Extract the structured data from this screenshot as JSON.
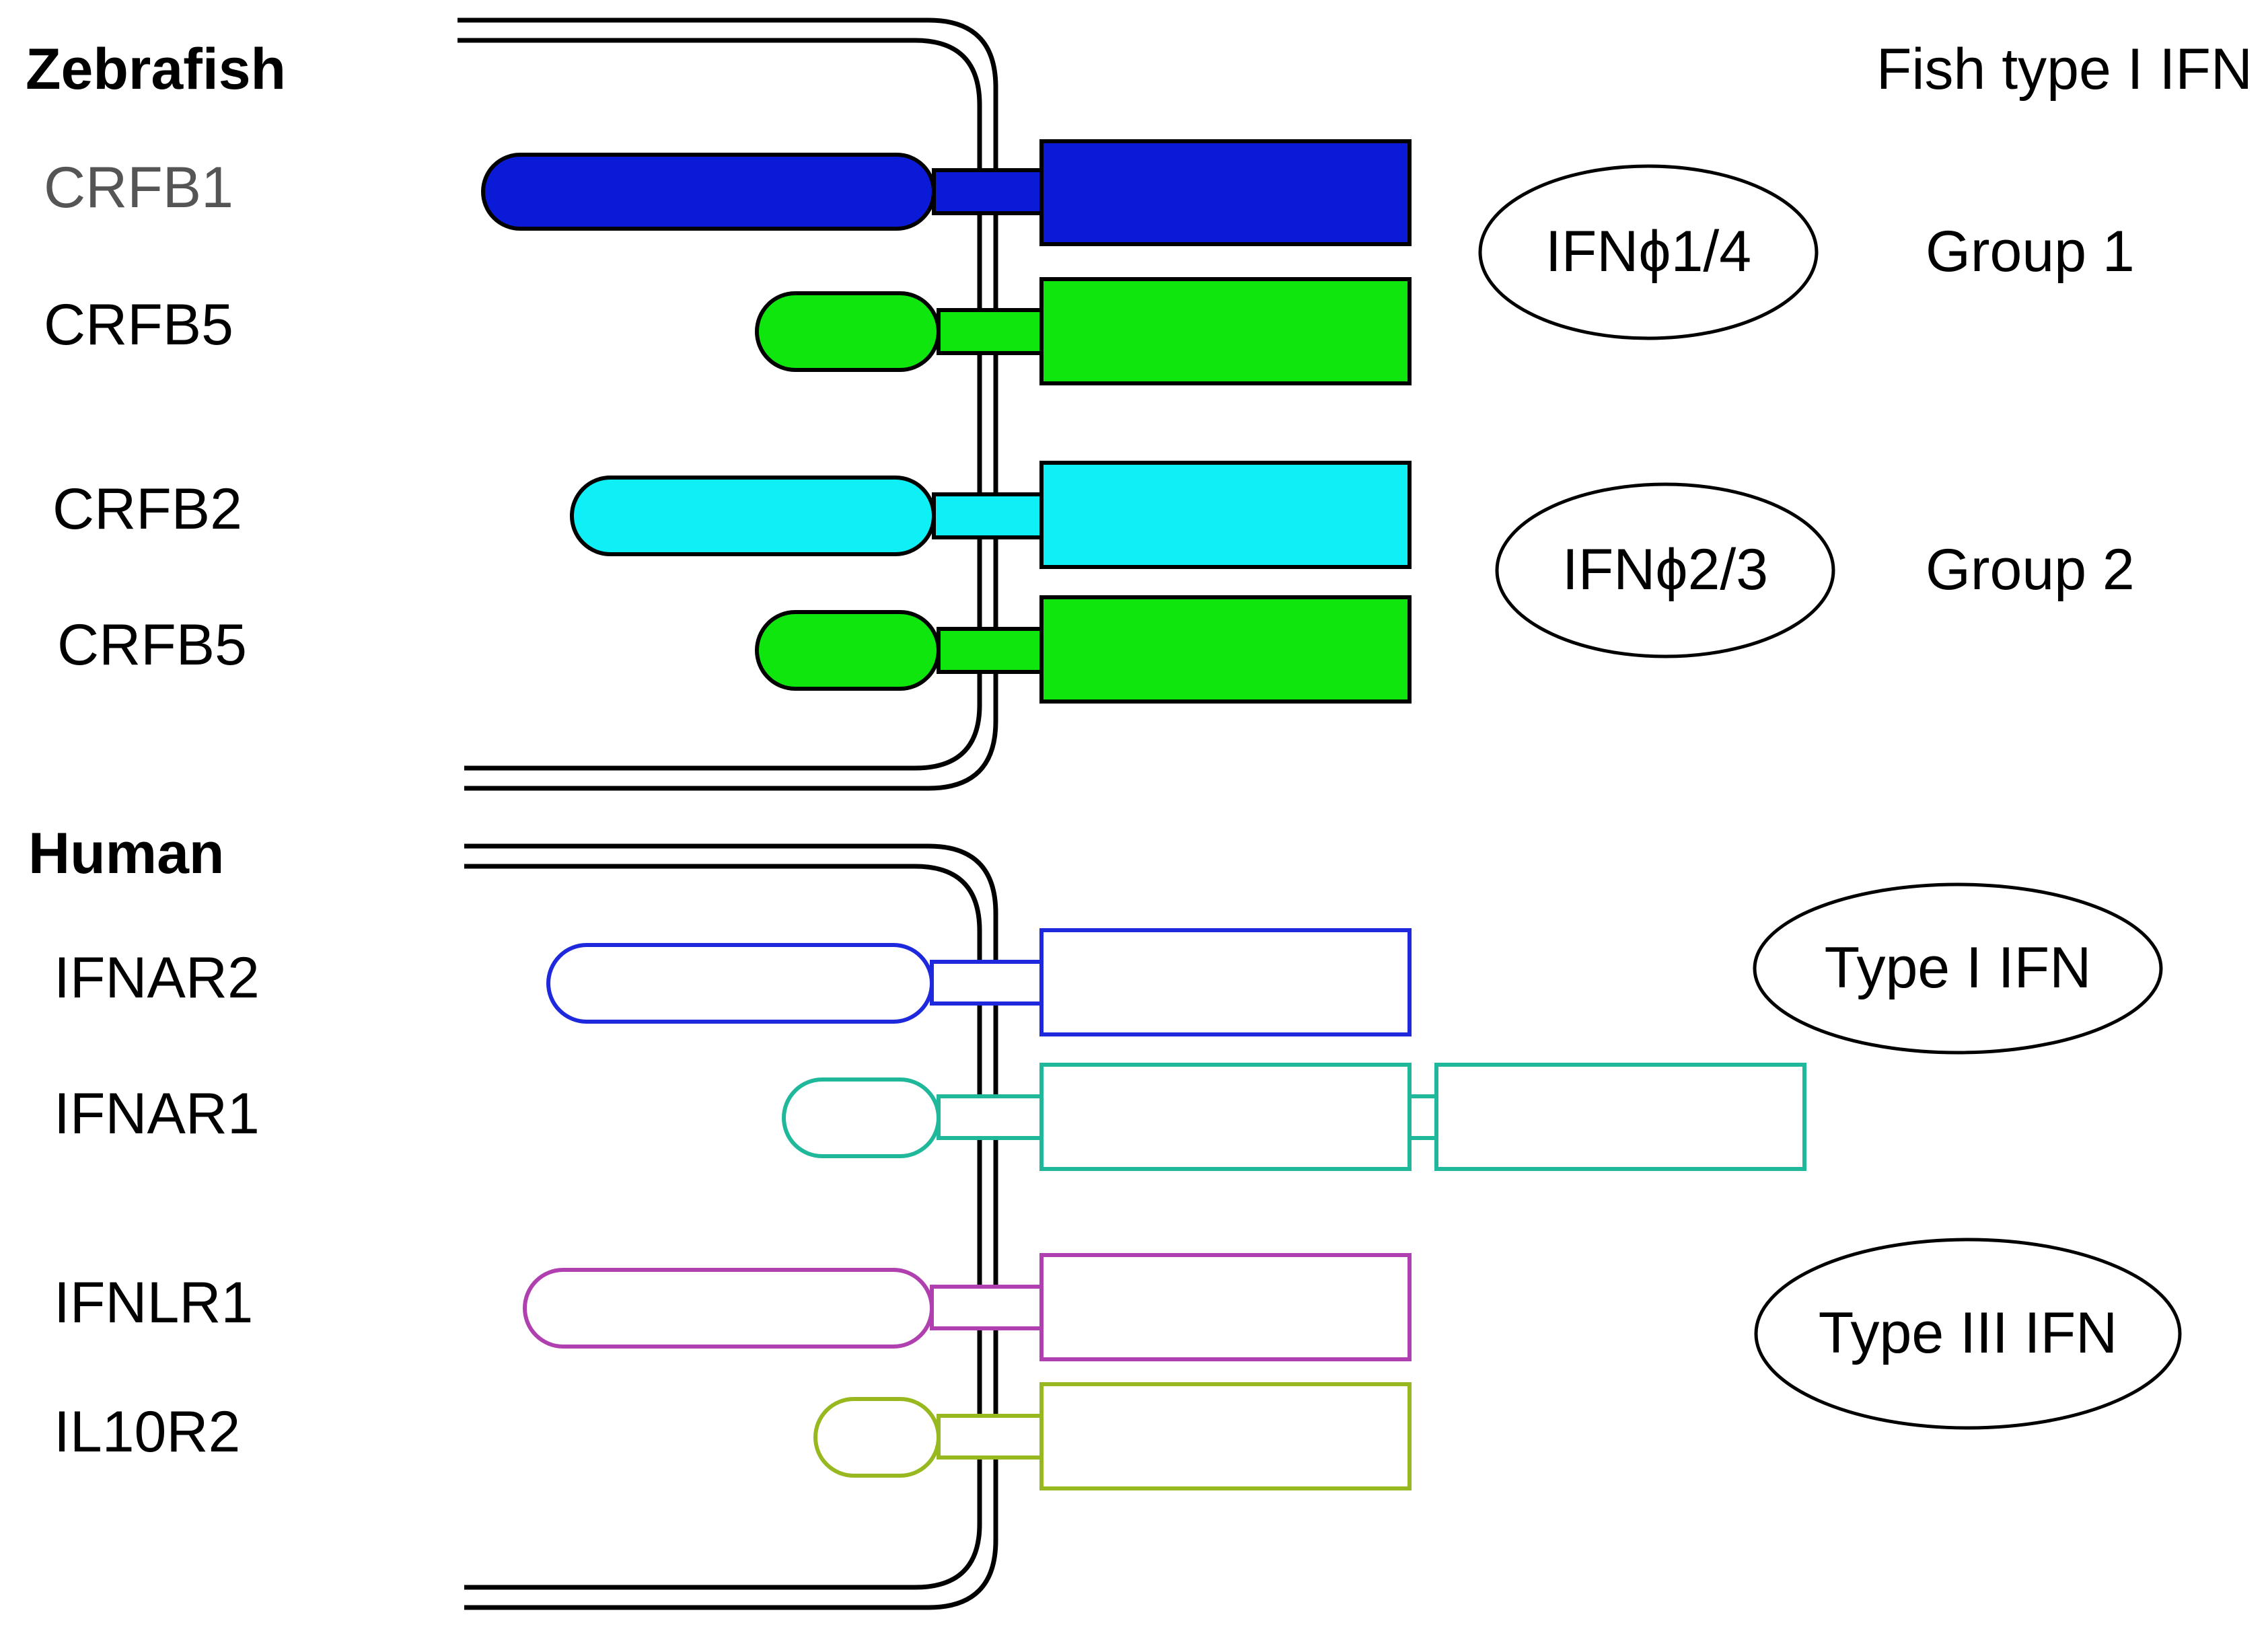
{
  "zebrafish": {
    "heading": "Zebrafish",
    "right_heading": "Fish type I IFN",
    "receptors": [
      {
        "label": "CRFB1",
        "color": "#0a1ad6"
      },
      {
        "label": "CRFB5",
        "color": "#0ee60e"
      },
      {
        "label": "CRFB2",
        "color": "#0ef0f5"
      },
      {
        "label": "CRFB5",
        "color": "#0ee60e"
      }
    ],
    "ligands": [
      {
        "label": "IFNϕ1/4",
        "group": "Group 1"
      },
      {
        "label": "IFNϕ2/3",
        "group": "Group 2"
      }
    ]
  },
  "human": {
    "heading": "Human",
    "receptors": [
      {
        "label": "IFNAR2",
        "color": "#1e28dc"
      },
      {
        "label": "IFNAR1",
        "color": "#20b89a"
      },
      {
        "label": "IFNLR1",
        "color": "#b040b0"
      },
      {
        "label": "IL10R2",
        "color": "#98b820"
      }
    ],
    "ligands": [
      {
        "label": "Type I IFN"
      },
      {
        "label": "Type III IFN"
      }
    ]
  }
}
